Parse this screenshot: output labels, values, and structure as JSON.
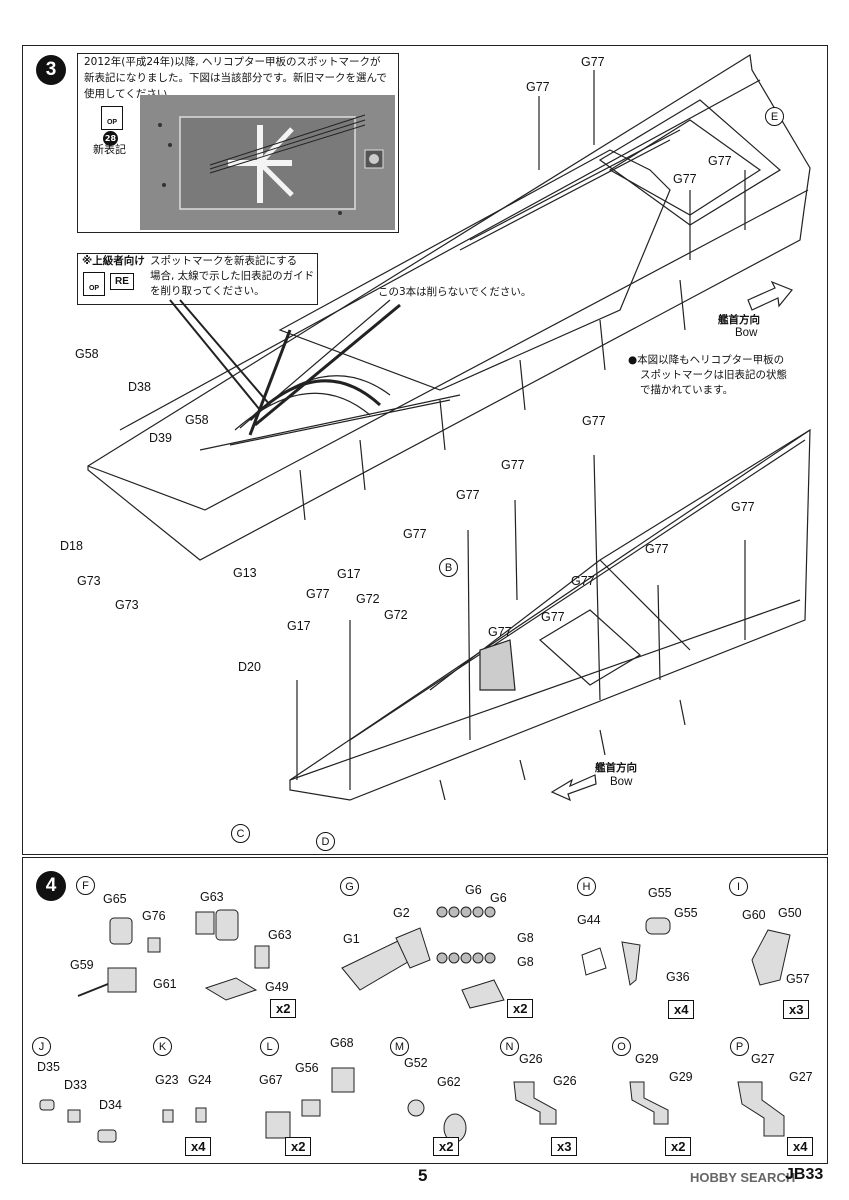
{
  "step3": {
    "number": "3",
    "note_lines": [
      "2012年(平成24年)以降, ヘリコプター甲板のスポットマークが",
      "新表記になりました。下図は当該部分です。新旧マークを選んで",
      "使用してください。"
    ],
    "inset_op_icon": "OP",
    "inset_part_number": "28",
    "inset_label": "新表記",
    "advanced_box": {
      "title": "※上級者向け",
      "lines": [
        "スポットマークを新表記にする",
        "場合, 太線で示した旧表記のガイド",
        "を削り取ってください。"
      ],
      "op_icon": "OP",
      "re_icon": "RE"
    },
    "do_not_cut_note": "この3本は削らないでください。",
    "bow_label_jp": "艦首方向",
    "bow_label_en": "Bow",
    "old_mark_note_lines": [
      "●本図以降もヘリコプター甲板の",
      "スポットマークは旧表記の状態",
      "で描かれています。"
    ],
    "parts": [
      "G77",
      "G77",
      "G77",
      "G77",
      "E",
      "G58",
      "D38",
      "D39",
      "G58",
      "D18",
      "G73",
      "G73",
      "G13"
    ]
  },
  "step3b": {
    "parts": [
      "G77",
      "G77",
      "G77",
      "G77",
      "G77",
      "G77",
      "G77",
      "G77",
      "G77",
      "G17",
      "G72",
      "G72",
      "G17",
      "D20",
      "B",
      "C",
      "D"
    ],
    "bow_label_jp": "艦首方向",
    "bow_label_en": "Bow"
  },
  "step4": {
    "number": "4",
    "subassemblies": [
      {
        "id": "F",
        "parts": [
          "G65",
          "G76",
          "G59",
          "G61"
        ],
        "qty": ""
      },
      {
        "id": "",
        "parts": [
          "G63",
          "G63",
          "G49"
        ],
        "qty": "x2"
      },
      {
        "id": "G",
        "parts": [
          "G2",
          "G1"
        ],
        "qty": ""
      },
      {
        "id": "",
        "parts": [
          "G6",
          "G6",
          "G8",
          "G8"
        ],
        "qty": "x2"
      },
      {
        "id": "H",
        "parts": [
          "G55",
          "G55",
          "G44",
          "G36"
        ],
        "qty": "x4"
      },
      {
        "id": "I",
        "parts": [
          "G60",
          "G50",
          "G57"
        ],
        "qty": "x3"
      },
      {
        "id": "J",
        "parts": [
          "D35",
          "D33",
          "D34"
        ],
        "qty": ""
      },
      {
        "id": "K",
        "parts": [
          "G23",
          "G24"
        ],
        "qty": "x4"
      },
      {
        "id": "L",
        "parts": [
          "G68",
          "G67",
          "G56"
        ],
        "qty": "x2"
      },
      {
        "id": "M",
        "parts": [
          "G52",
          "G62"
        ],
        "qty": "x2"
      },
      {
        "id": "N",
        "parts": [
          "G26",
          "G26"
        ],
        "qty": "x3"
      },
      {
        "id": "O",
        "parts": [
          "G29",
          "G29"
        ],
        "qty": "x2"
      },
      {
        "id": "P",
        "parts": [
          "G27",
          "G27"
        ],
        "qty": "x4"
      }
    ]
  },
  "footer": {
    "page_number": "5",
    "watermark": "HOBBY SEARCH",
    "code": "JB33"
  }
}
